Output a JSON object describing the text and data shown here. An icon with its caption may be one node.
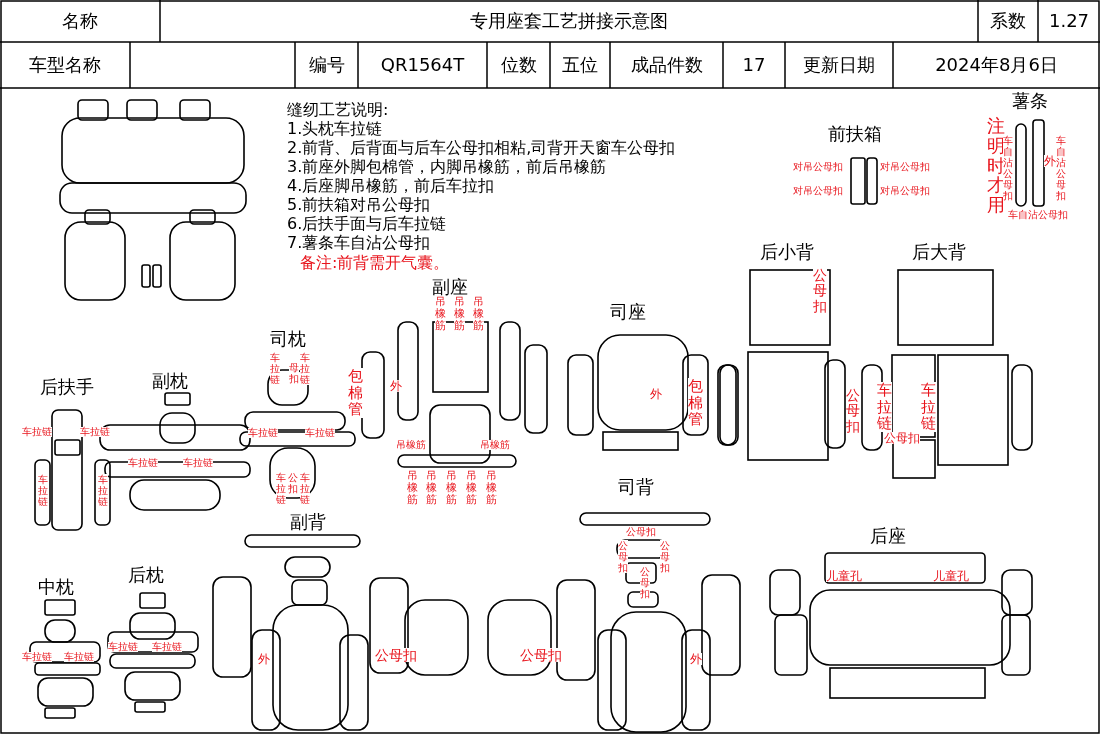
{
  "diagram": {
    "title": "专用座套工艺拼接示意图",
    "labels": [
      "名称",
      "系数",
      "1.27",
      "车型名称",
      "编号",
      "QR1564T",
      "位数",
      "五位",
      "成品件数",
      "17",
      "更新日期",
      "2024年8月6日",
      "缝纫工艺说明:",
      "1.头枕车拉链",
      "2.前背、后背面与后车公母扣相粘,司背开天窗车公母扣",
      "3.前座外脚包棉管，内脚吊橡筋，前后吊橡筋",
      "4.后座脚吊橡筋，前后车拉扣",
      "5.前扶箱对吊公母扣",
      "6.后扶手面与后车拉链",
      "7.薯条车自沾公母扣",
      "备注:前背需开气囊。",
      "前扶箱",
      "对吊公母扣",
      "对吊公母扣",
      "对吊公母扣",
      "对吊公母扣",
      "薯条",
      "注明时才用",
      "车自沾公母扣",
      "外",
      "车自沾公母扣",
      "车自沾公母扣",
      "后小背",
      "后大背",
      "公母扣",
      "副座",
      "吊橡筋",
      "吊橡筋",
      "吊橡筋",
      "司座",
      "司枕",
      "后扶手",
      "副枕",
      "车拉链",
      "母扣",
      "车拉链",
      "包棉管",
      "外",
      "外",
      "包棉管",
      "公母扣",
      "车拉链",
      "车拉链",
      "公母扣",
      "车拉链",
      "车拉链",
      "车拉链",
      "车拉链",
      "吊橡筋",
      "吊橡筋",
      "车拉链",
      "车拉链",
      "车拉链",
      "车拉链",
      "车拉链",
      "公扣",
      "车拉链",
      "吊橡筋",
      "吊橡筋",
      "吊橡筋",
      "吊橡筋",
      "吊橡筋",
      "司背",
      "副背",
      "公母扣",
      "公母扣",
      "公母扣",
      "公母扣",
      "后座",
      "儿童孔",
      "儿童孔",
      "中枕",
      "后枕",
      "车拉链",
      "车拉链",
      "车拉链",
      "车拉链",
      "外",
      "公母扣",
      "公母扣",
      "外"
    ]
  }
}
